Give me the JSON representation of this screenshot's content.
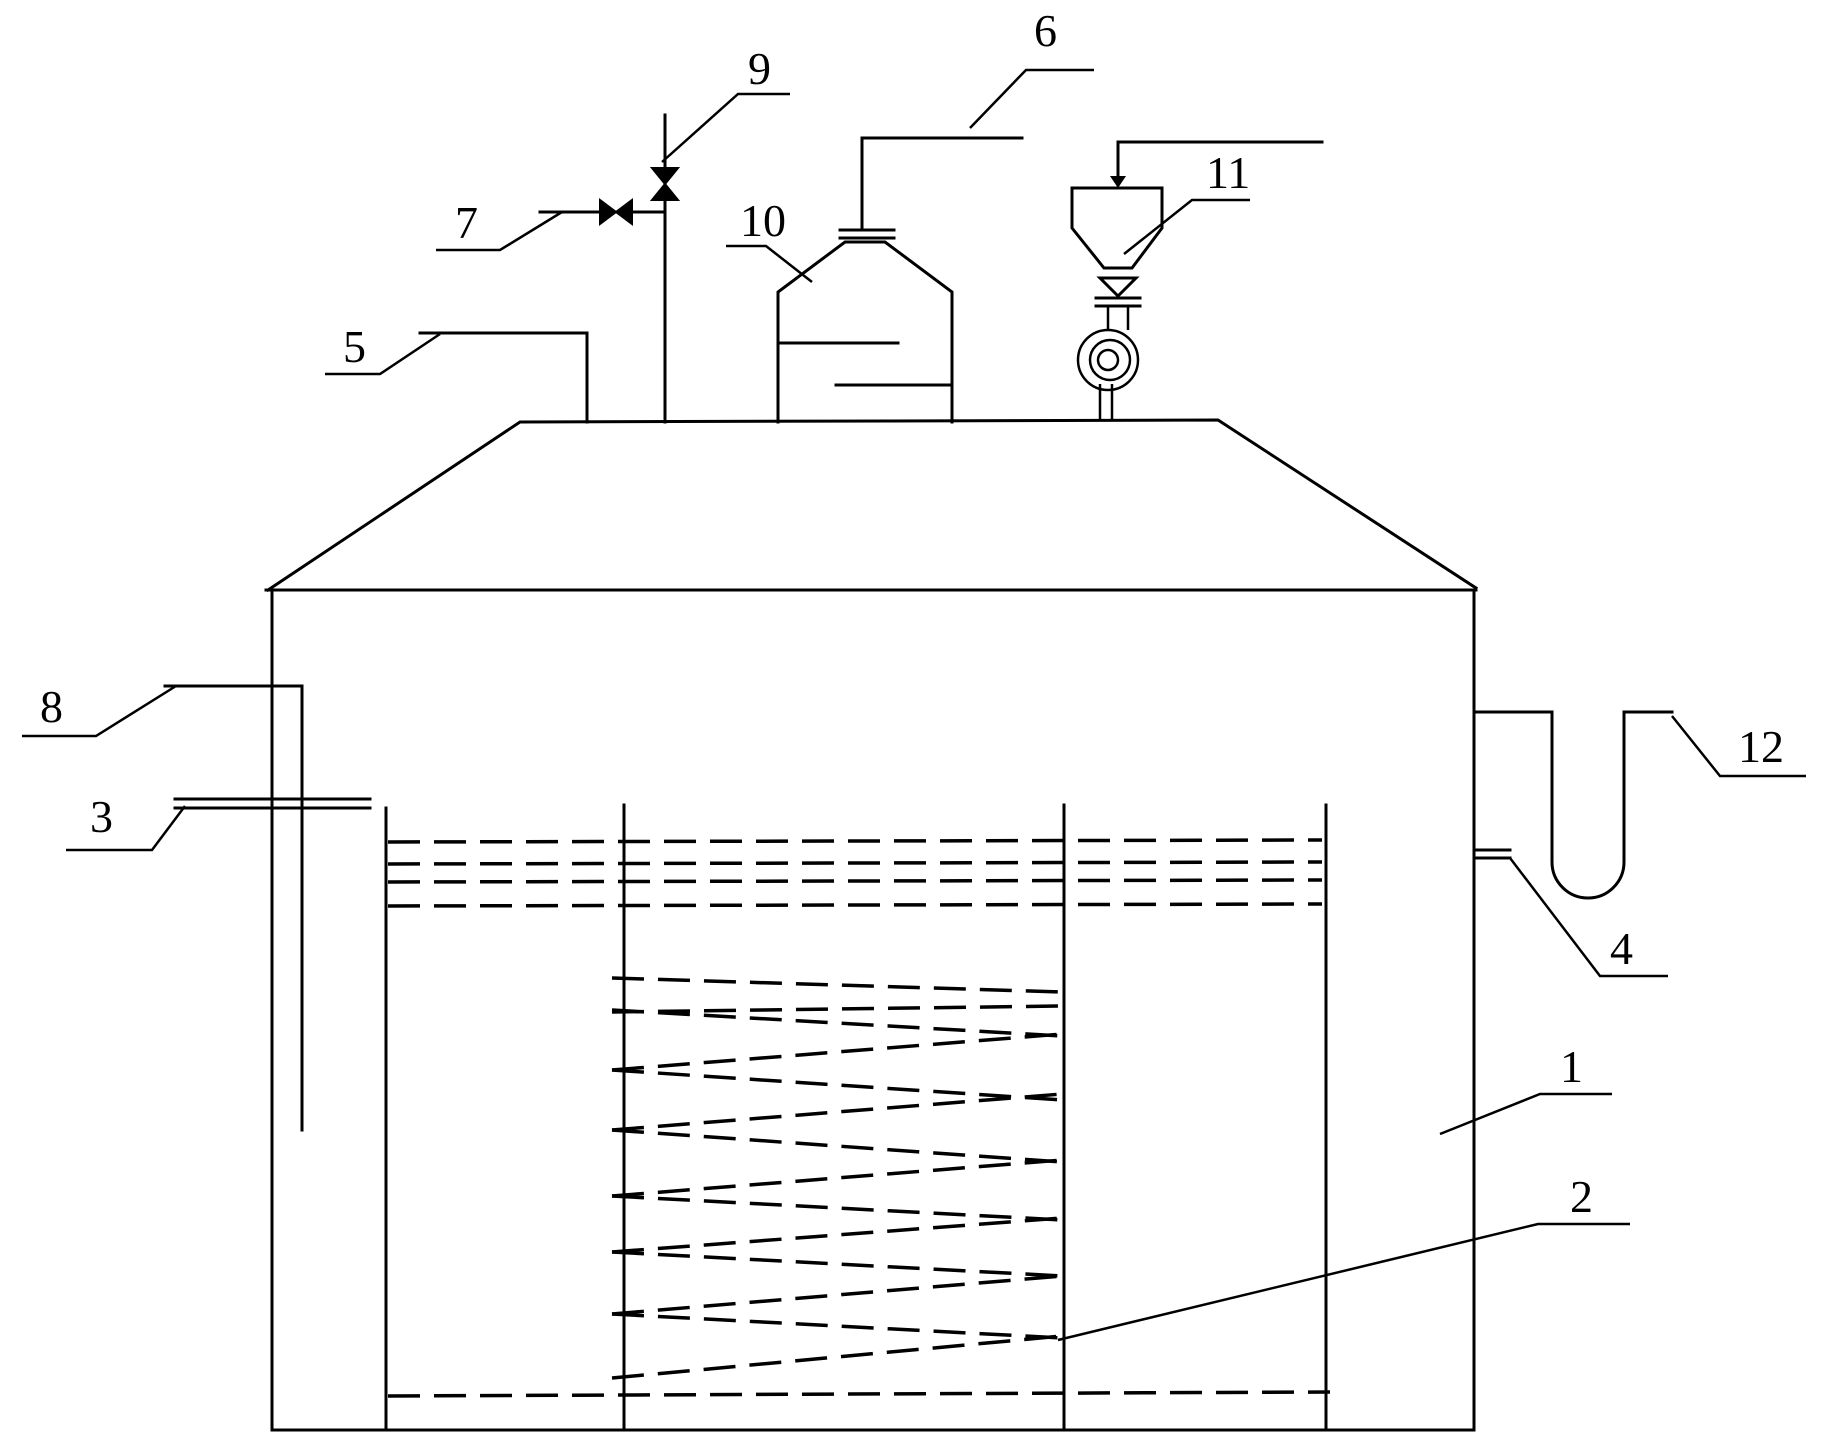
{
  "labels": {
    "tank": "1",
    "packing": "2",
    "inlet_left": "3",
    "outlet_right": "4",
    "pipe_top": "5",
    "gas_outlet": "6",
    "valve_pipe_left": "7",
    "inner_pipe_left": "8",
    "valve_pipe_top": "9",
    "gas_hood": "10",
    "feed_hopper": "11",
    "u_trap": "12"
  },
  "colors": {
    "line": "#000000",
    "background": "#ffffff"
  }
}
